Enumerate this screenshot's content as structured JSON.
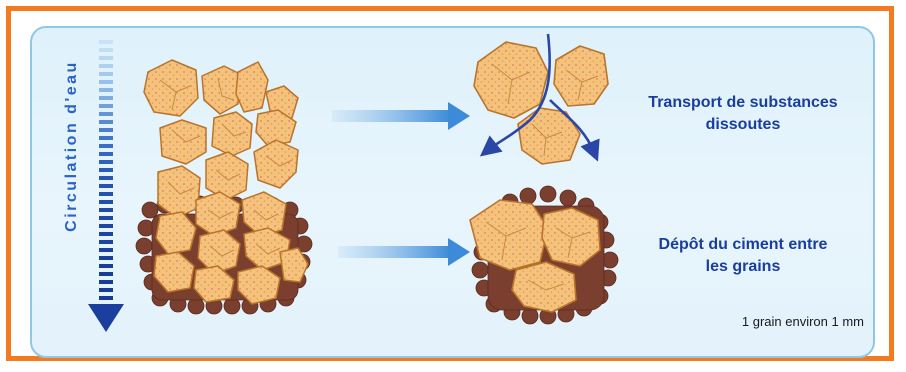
{
  "labels": {
    "water_flow": "Circulation d'eau",
    "transport_line1": "Transport de substances",
    "transport_line2": "dissoutes",
    "deposit_line1": "Dépôt du ciment entre",
    "deposit_line2": "les grains",
    "scale_note": "1 grain environ 1 mm"
  },
  "colors": {
    "frame_border": "#f47a1f",
    "panel_background": "#e1f2fb",
    "grain_fill": "#f5c27c",
    "grain_outline": "#b8742a",
    "cement": "#7a3f2e",
    "flow_arrow": "#2e5fbf",
    "label_text": "#1a3e9c"
  }
}
